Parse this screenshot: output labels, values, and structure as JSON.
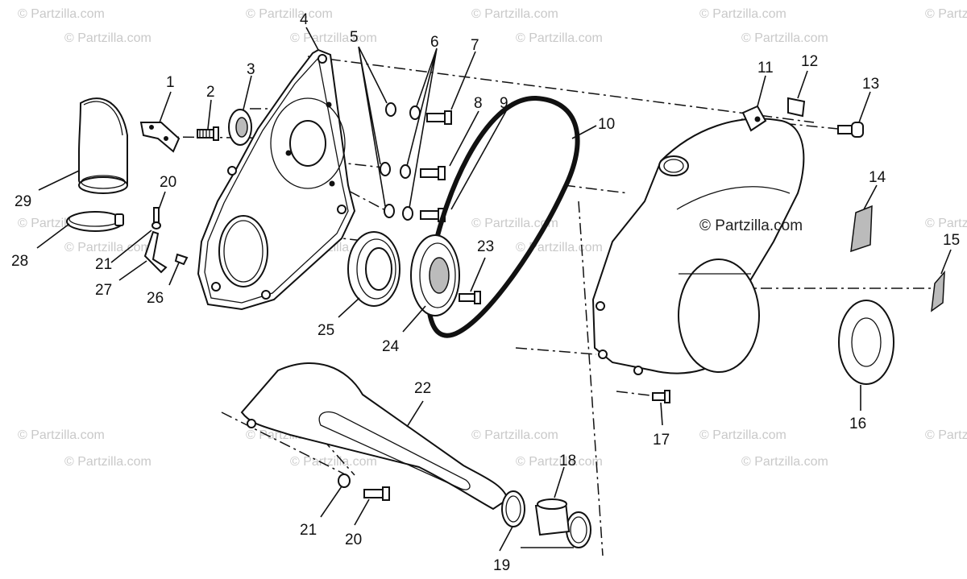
{
  "watermarks": {
    "corner": "© Partzilla.com",
    "center": "© Partzilla.com"
  },
  "callouts": {
    "c1": "1",
    "c2": "2",
    "c3": "3",
    "c4": "4",
    "c5": "5",
    "c6": "6",
    "c7": "7",
    "c8": "8",
    "c9": "9",
    "c10": "10",
    "c11": "11",
    "c12": "12",
    "c13": "13",
    "c14": "14",
    "c15": "15",
    "c16": "16",
    "c17": "17",
    "c18": "18",
    "c19": "19",
    "c20a": "20",
    "c20b": "20",
    "c21a": "21",
    "c21b": "21",
    "c22": "22",
    "c23": "23",
    "c24": "24",
    "c25": "25",
    "c26": "26",
    "c27": "27",
    "c28": "28",
    "c29": "29"
  }
}
